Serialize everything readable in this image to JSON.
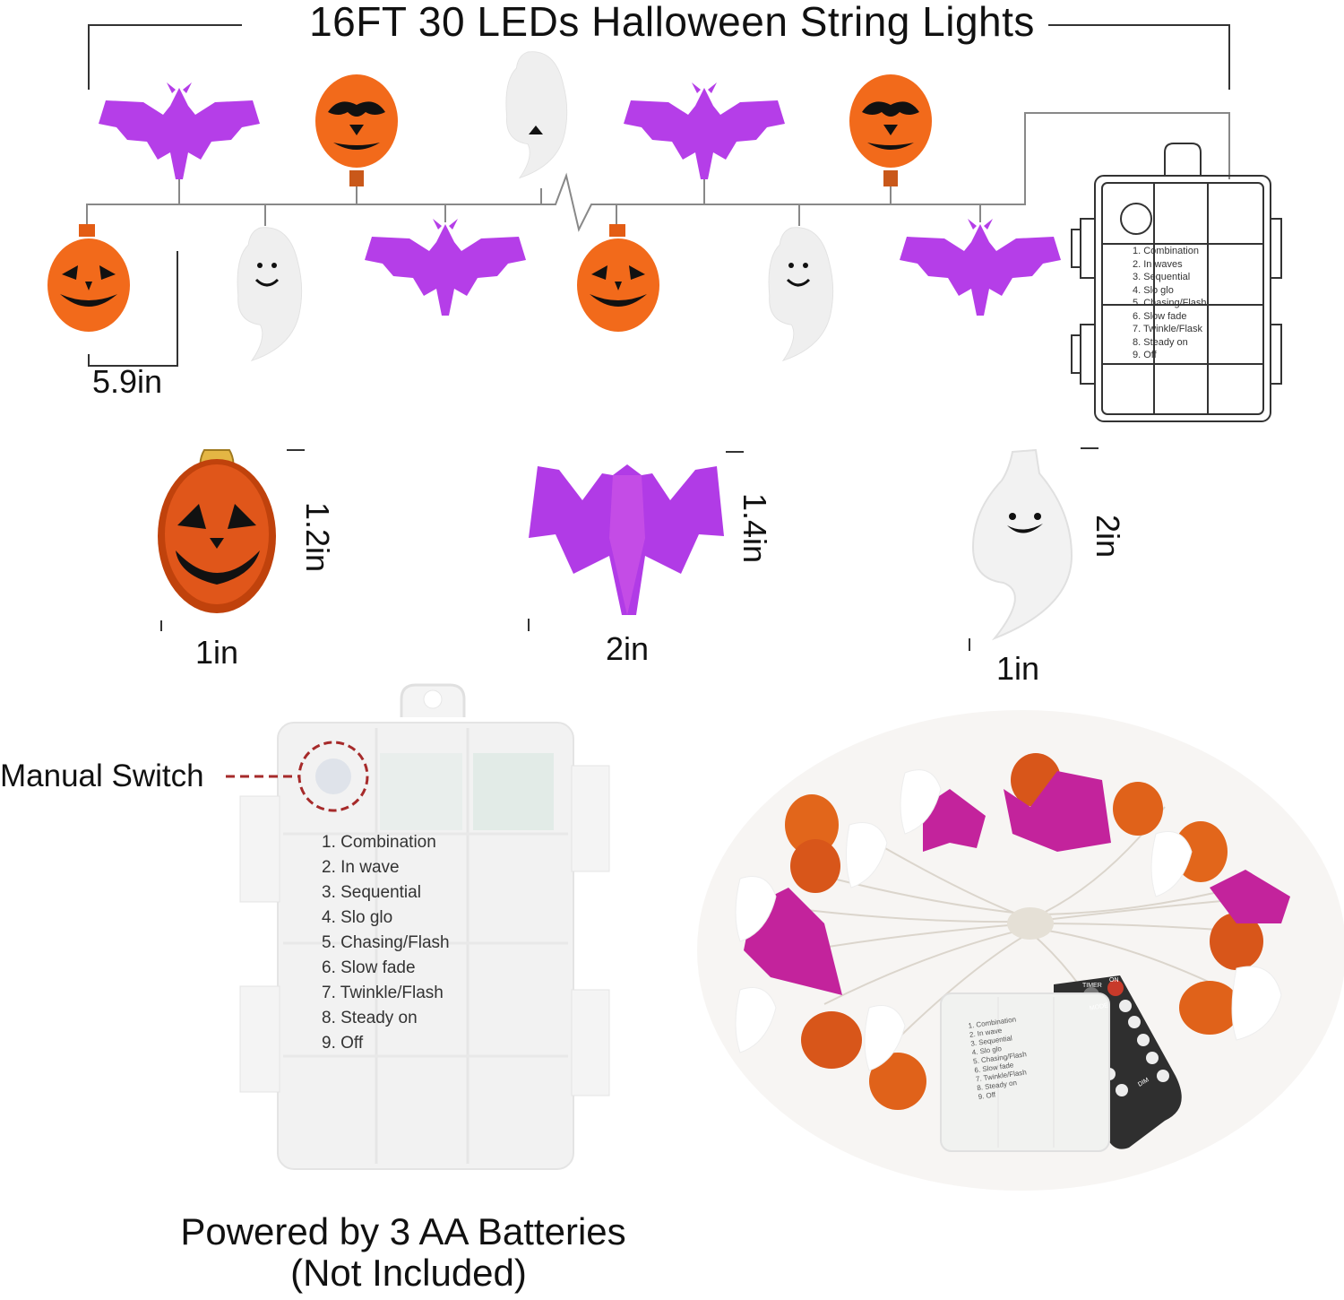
{
  "title": "16FT 30 LEDs Halloween String Lights",
  "dimensions": {
    "spacing": "5.9in",
    "pumpkin_height": "1.2in",
    "pumpkin_width": "1in",
    "bat_height": "1.4in",
    "bat_width": "2in",
    "ghost_height": "2in",
    "ghost_width": "1in"
  },
  "battery_box_modes": [
    "1. Combination",
    "2. In waves",
    "3. Sequential",
    "4. Slo glo",
    "5. Chasing/Flash",
    "6. Slow fade",
    "7. Twinkle/Flask",
    "8. Steady on",
    "9. Off"
  ],
  "large_box_modes": [
    "1. Combination",
    "2. In wave",
    "3. Sequential",
    "4. Slo glo",
    "5. Chasing/Flash",
    "6. Slow fade",
    "7. Twinkle/Flash",
    "8. Steady on",
    "9. Off"
  ],
  "manual_switch_label": "Manual Switch",
  "footer": {
    "line1": "Powered by 3 AA Batteries",
    "line2": "(Not Included)"
  },
  "photo": {
    "box_modes": [
      "1. Combination",
      "2. In wave",
      "3. Sequential",
      "4. Slo glo",
      "5. Chasing/Flash",
      "6. Slow fade",
      "7. Twinkle/Flash",
      "8. Steady on",
      "9. Off"
    ],
    "remote": {
      "buttons": [
        "TIMER",
        "ON",
        "MODE",
        "DIM"
      ]
    }
  },
  "colors": {
    "pumpkin": "#f26a1b",
    "bat": "#b53ee8",
    "ghost": "#f0f0f0",
    "wire": "#888888"
  }
}
